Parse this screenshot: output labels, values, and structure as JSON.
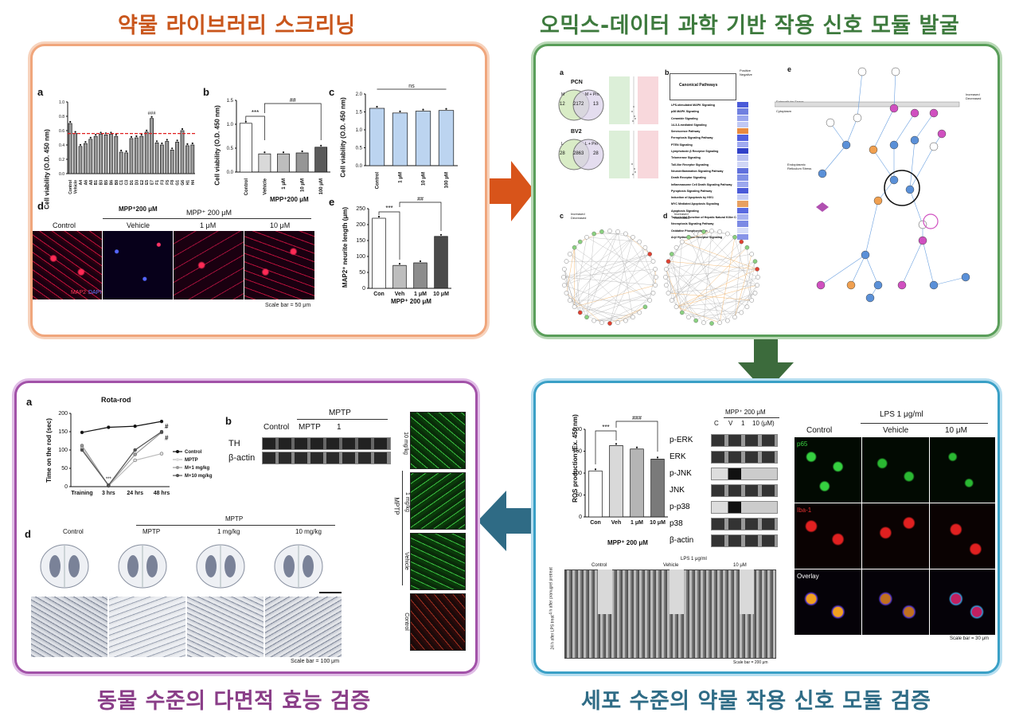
{
  "titles": {
    "top_left": "약물 라이브러리 스크리닝",
    "top_right": "오믹스-데이터 과학 기반 작용 신호 모듈 발굴",
    "bottom_left": "동물 수준의 다면적 효능 검증",
    "bottom_right": "세포 수준의 약물 작용 신호 모듈 검증"
  },
  "colors": {
    "orange": "#c9561c",
    "green": "#3d7a3d",
    "purple": "#8a3e88",
    "teal": "#2f6c86",
    "arrow_orange": "#d8541a",
    "arrow_green": "#3c6b3c",
    "arrow_teal": "#2f6b85"
  },
  "screening": {
    "panel_a": {
      "letter": "a",
      "ylabel": "Cell viability (O.D. 450 nm)",
      "xgroup": "MPP⁺200 μM",
      "sig": "###",
      "yticks": [
        "1.0",
        "0.8",
        "0.6",
        "0.4",
        "0.2",
        "0.0"
      ],
      "categories": [
        "Control",
        "Vehicle",
        "A4",
        "A6",
        "A8",
        "B1",
        "B3",
        "B5",
        "B6",
        "B8",
        "C1",
        "C3",
        "D1",
        "D3",
        "E2",
        "E5",
        "E7",
        "F1",
        "F3",
        "F5",
        "F8",
        "G1",
        "G6",
        "H1",
        "H4"
      ],
      "values": [
        0.7,
        0.56,
        0.38,
        0.42,
        0.48,
        0.52,
        0.55,
        0.54,
        0.55,
        0.52,
        0.3,
        0.29,
        0.49,
        0.5,
        0.52,
        0.58,
        0.77,
        0.43,
        0.4,
        0.45,
        0.33,
        0.44,
        0.6,
        0.39,
        0.4
      ]
    },
    "panel_b": {
      "letter": "b",
      "ylabel": "Cell viability (O.D. 450 nm)",
      "sig1": "***",
      "sig2": "##",
      "xgroup": "MPP⁺200 μM",
      "yticks": [
        "1.5",
        "1.0",
        "0.5",
        "0.0"
      ],
      "categories": [
        "Control",
        "Vehicle",
        "1 μM",
        "10 μM",
        "100 μM"
      ],
      "values": [
        1.02,
        0.38,
        0.38,
        0.4,
        0.52
      ]
    },
    "panel_c": {
      "letter": "c",
      "ylabel": "Cell viability (O.D. 450 nm)",
      "sig": "ns",
      "yticks": [
        "2.0",
        "1.5",
        "1.0",
        "0.5",
        "0.0"
      ],
      "categories": [
        "Control",
        "1 μM",
        "10 μM",
        "100 μM"
      ],
      "values": [
        1.6,
        1.47,
        1.52,
        1.54
      ]
    },
    "panel_d": {
      "letter": "d",
      "group": "MPP⁺ 200 μM",
      "cols": [
        "Control",
        "Vehicle",
        "1 μM",
        "10 μM"
      ],
      "stain_a": "MAP2",
      "stain_b": "DAPI",
      "scale": "Scale bar = 50 μm"
    },
    "panel_e": {
      "letter": "e",
      "ylabel": "MAP2⁺ neurite length (μm)",
      "sig1": "***",
      "sig2": "##",
      "yticks": [
        "250",
        "200",
        "150",
        "100",
        "50",
        "0"
      ],
      "categories": [
        "Con",
        "Veh",
        "1 μM",
        "10 μM"
      ],
      "values": [
        220,
        72,
        80,
        163
      ],
      "xgroup": "MPP⁺ 200 μM"
    }
  },
  "omics": {
    "panel_a": {
      "letter": "a",
      "venn1_title": "PCN",
      "venn1_labels": [
        "M",
        "M + Pro"
      ],
      "venn1_counts": [
        "12",
        "2172",
        "13"
      ],
      "venn2_title": "BV2",
      "venn2_labels": [
        "L",
        "L + Pro"
      ],
      "venn2_counts": [
        "28",
        "2863",
        "28"
      ]
    },
    "panel_b": {
      "letter": "b",
      "header": "Canonical Pathways",
      "legend": [
        "Positive",
        "Negative"
      ],
      "pathways": [
        "LPS-stimulated MAPK Signaling",
        "p38 MAPK Signaling",
        "Ceramide Signaling",
        "14-3-3-mediated Signaling",
        "Senescence Pathway",
        "Ferroptosis Signaling Pathway",
        "PTEN Signaling",
        "Lymphotoxin β Receptor Signaling",
        "Telomerase Signaling",
        "Toll-like Receptor Signaling",
        "Neuroinflammation Signaling Pathway",
        "Death Receptor Signaling",
        "Inflammasome Cell Death Signaling Pathway",
        "Pyroptosis Signaling Pathway",
        "Induction of Apoptosis by HIV1",
        "MYC Mediated Apoptosis Signaling",
        "Apoptosis Signaling",
        "Tumoricidal Function of Hepatic Natural Killer Cells",
        "Necroptosis Signaling Pathway",
        "Oxidative Phosphorylation",
        "Aryl Hydrocarbon Receptor Signaling"
      ]
    },
    "panel_c": {
      "letter": "c",
      "legend": [
        "Increased",
        "Decreased"
      ]
    },
    "panel_d": {
      "letter": "d",
      "legend": [
        "Increased",
        "Decreased"
      ]
    },
    "panel_e": {
      "letter": "e",
      "space1": "Extracellular Space",
      "space2": "Cytoplasm",
      "legend": [
        "Increased",
        "Decreased"
      ],
      "er_label": "Endoplasmic Reticulum Stress"
    }
  },
  "cellular": {
    "ros": {
      "ylabel": "ROS production (Ex. 450 nm)",
      "sig1": "***",
      "sig2": "###",
      "yticks": [
        "200",
        "150",
        "100",
        "50",
        "0"
      ],
      "categories": [
        "Con",
        "Veh",
        "1 μM",
        "10 μM"
      ],
      "values": [
        105,
        163,
        155,
        132
      ],
      "xgroup": "MPP⁺ 200 μM"
    },
    "western": {
      "group": "MPP⁺ 200 μM",
      "cols": [
        "C",
        "V",
        "1",
        "10 (μM)"
      ],
      "rows": [
        "p-ERK",
        "ERK",
        "p-JNK",
        "JNK",
        "p-p38",
        "p38",
        "β-actin"
      ]
    },
    "migration": {
      "group": "LPS 1 μg/ml",
      "cols": [
        "Control",
        "Vehicle",
        "10 μM"
      ],
      "rows": [
        "4 h after pranugrel pretreat",
        "24 h after LPS treat"
      ],
      "scale": "Scale bar = 200 μm"
    },
    "if": {
      "group": "LPS 1 μg/ml",
      "cols": [
        "Control",
        "Vehicle",
        "10 μM"
      ],
      "rows": [
        "p65",
        "Iba-1",
        "Overlay"
      ],
      "scale": "Scale bar = 30 μm"
    }
  },
  "animal": {
    "rotarod": {
      "letter": "a",
      "title": "Rota-rod",
      "ylabel": "Time on the rod (sec)",
      "yticks": [
        "200",
        "150",
        "100",
        "50",
        "0"
      ],
      "x": [
        "Training",
        "3 hrs",
        "24 hrs",
        "48 hrs"
      ],
      "sig": "***",
      "hash": "#",
      "series": [
        {
          "name": "Control",
          "values": [
            148,
            162,
            165,
            178
          ]
        },
        {
          "name": "MPTP",
          "values": [
            105,
            2,
            72,
            90
          ]
        },
        {
          "name": "M+1 mg/kg",
          "values": [
            112,
            3,
            88,
            148
          ]
        },
        {
          "name": "M+10 mg/kg",
          "values": [
            100,
            4,
            100,
            150
          ]
        }
      ]
    },
    "western": {
      "letter": "b",
      "group": "MPTP",
      "cols": [
        "Control",
        "MPTP",
        "1"
      ],
      "rows": [
        "TH",
        "β-actin"
      ]
    },
    "side": {
      "group": "MPTP",
      "rows": [
        "10 mg/kg",
        "1 mg/kg",
        "Vehicle",
        "Control"
      ]
    },
    "histology": {
      "letter": "d",
      "group": "MPTP",
      "cols": [
        "Control",
        "MPTP",
        "1 mg/kg",
        "10 mg/kg"
      ],
      "scale": "Scale bar = 100 μm"
    }
  }
}
